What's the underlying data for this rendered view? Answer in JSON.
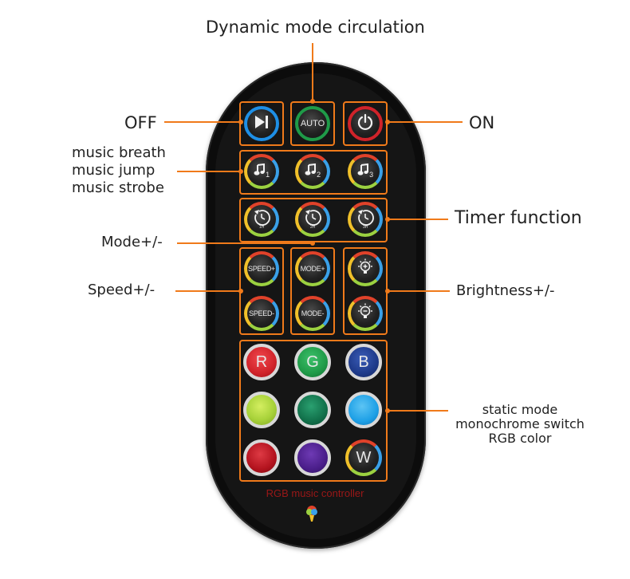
{
  "labels": {
    "dynamic": "Dynamic mode circulation",
    "off": "OFF",
    "on": "ON",
    "music": [
      "music breath",
      "music jump",
      "music strobe"
    ],
    "timer": "Timer function",
    "mode": "Mode+/-",
    "speed": "Speed+/-",
    "brightness": "Brightness+/-",
    "static": [
      "static mode",
      "monochrome switch",
      "RGB color"
    ]
  },
  "buttons": {
    "auto": "AUTO",
    "music": [
      "1",
      "2",
      "3"
    ],
    "timer": [
      "1H",
      "2H",
      "3H"
    ],
    "speed_plus": "SPEED+",
    "speed_minus": "SPEED-",
    "mode_plus": "MODE+",
    "mode_minus": "MODE-",
    "r": "R",
    "g": "G",
    "b": "B",
    "w": "W"
  },
  "brand": "RGB music controller",
  "colors": {
    "accent": "#f07a1a",
    "remote": "#0c0c0c",
    "red": "#d0232a",
    "green": "#1f9a48",
    "blue": "#1e3a8a",
    "lime": "#a8d23a",
    "dark_green": "#11704a",
    "sky_blue": "#1ea0e6",
    "crimson": "#b3131e",
    "purple": "#4a1e8a"
  }
}
